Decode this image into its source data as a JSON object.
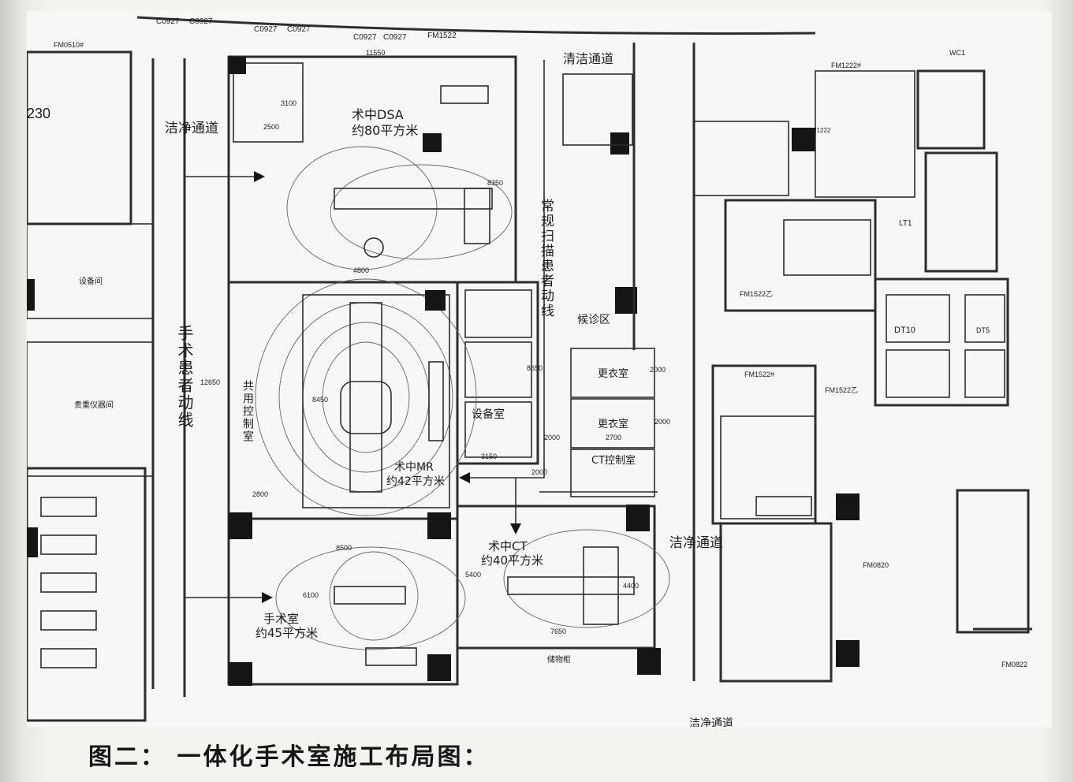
{
  "rooms": {
    "dsa_name": "术中DSA",
    "dsa_area": "约80平方米",
    "mr_name": "术中MR",
    "mr_area": "约42平方米",
    "ct_name": "术中CT",
    "ct_area": "约40平方米",
    "or_name": "手术室",
    "or_area": "约45平方米",
    "shared_control": "共用控制室",
    "equipment_room": "设备室",
    "waiting_area": "候诊区",
    "changing_room_1": "更衣室",
    "changing_room_2": "更衣室",
    "ct_control": "CT控制室",
    "room_230": "230",
    "device_room": "设备间",
    "storage_room": "贵重仪器间",
    "cabinet": "储物柜",
    "lt1": "LT1",
    "dt10": "DT10",
    "dt5": "DT5"
  },
  "corridors": {
    "clean_top": "洁净通道",
    "clean_middle": "洁净通道",
    "clean_bottom": "洁净通道",
    "cleaning": "清洁通道",
    "surgery_patient_flow": "手术患者动线",
    "routine_scan_flow": "常规扫描患者动线"
  },
  "dimensions": {
    "d11550": "11550",
    "d3100": "3100",
    "d2500": "2500",
    "d8350": "8350",
    "d4800": "4800",
    "d12650": "12650",
    "d8450": "8450",
    "d8650": "8650",
    "d3150": "3150",
    "d2800": "2800",
    "d2000a": "2000",
    "d2000b": "2000",
    "d2000c": "2000",
    "d2000d": "2000",
    "d2700": "2700",
    "d8500": "8500",
    "d6100": "6100",
    "d5400": "5400",
    "d7650": "7650",
    "d4400": "4400"
  },
  "door_codes": {
    "c1": "C0927",
    "c2": "C0927",
    "c3": "C0927",
    "c4": "C0927",
    "c5": "C0927",
    "c6": "C0927",
    "fm1": "FM1522",
    "fm0510": "FM0510#",
    "fm1222": "FM1222#",
    "wc1": "WC1",
    "fm1522b": "FM1522乙",
    "fm1522c": "FM1522#",
    "fm1522d": "FM1522乙",
    "fm0820": "FM0820",
    "fm0822": "FM0822",
    "fm1222b": "FM1222"
  },
  "caption": "图二： 一体化手术室施工布局图："
}
